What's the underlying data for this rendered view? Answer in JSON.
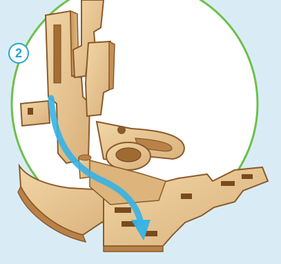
{
  "step": {
    "number": "2"
  },
  "colors": {
    "background": "#d9ecf6",
    "circle_fill": "#ffffff",
    "circle_border": "#6cc04a",
    "badge_border": "#2aa3d4",
    "wood": "#e6c48e",
    "wood_edge": "#8a5a2b",
    "arrow": "#35b3e6"
  },
  "icons": [
    "step-number-badge",
    "blue-direction-arrow"
  ]
}
